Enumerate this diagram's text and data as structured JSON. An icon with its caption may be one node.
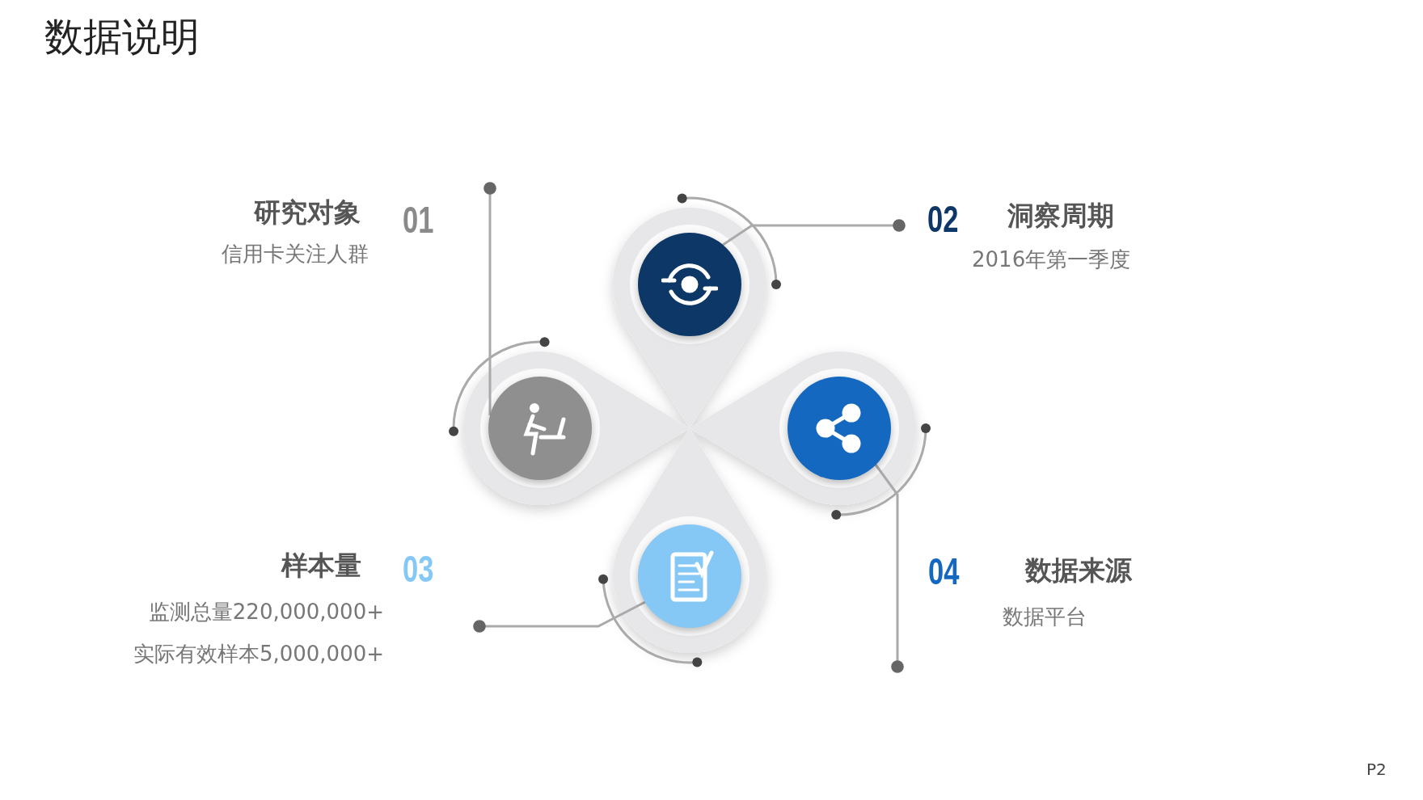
{
  "diagram": {
    "title": "数据说明",
    "nodes": [
      {
        "text": [
          "研究对象",
          "01",
          "信用卡关注人群"
        ]
      },
      {
        "text": [
          "02",
          "洞察周期",
          "2016年第一季度"
        ]
      },
      {
        "text": [
          "样本量",
          "03",
          "监测总量220,000,000+",
          "实际有效样本5,000,000+"
        ]
      },
      {
        "text": [
          "04",
          "数据来源",
          "数据平台"
        ]
      },
      {
        "text": [],
        "shape": "circle"
      },
      {
        "text": [],
        "shape": "circle"
      },
      {
        "text": [],
        "shape": "circle"
      },
      {
        "text": [],
        "shape": "circle"
      }
    ],
    "edges": [
      {
        "from": 0,
        "to": 5,
        "arrow": "other"
      },
      {
        "from": 1,
        "to": 4,
        "arrow": "other"
      },
      {
        "from": 2,
        "to": 7,
        "arrow": "other"
      },
      {
        "from": 3,
        "to": 6,
        "arrow": "other"
      }
    ],
    "labels": [
      "P2"
    ]
  }
}
